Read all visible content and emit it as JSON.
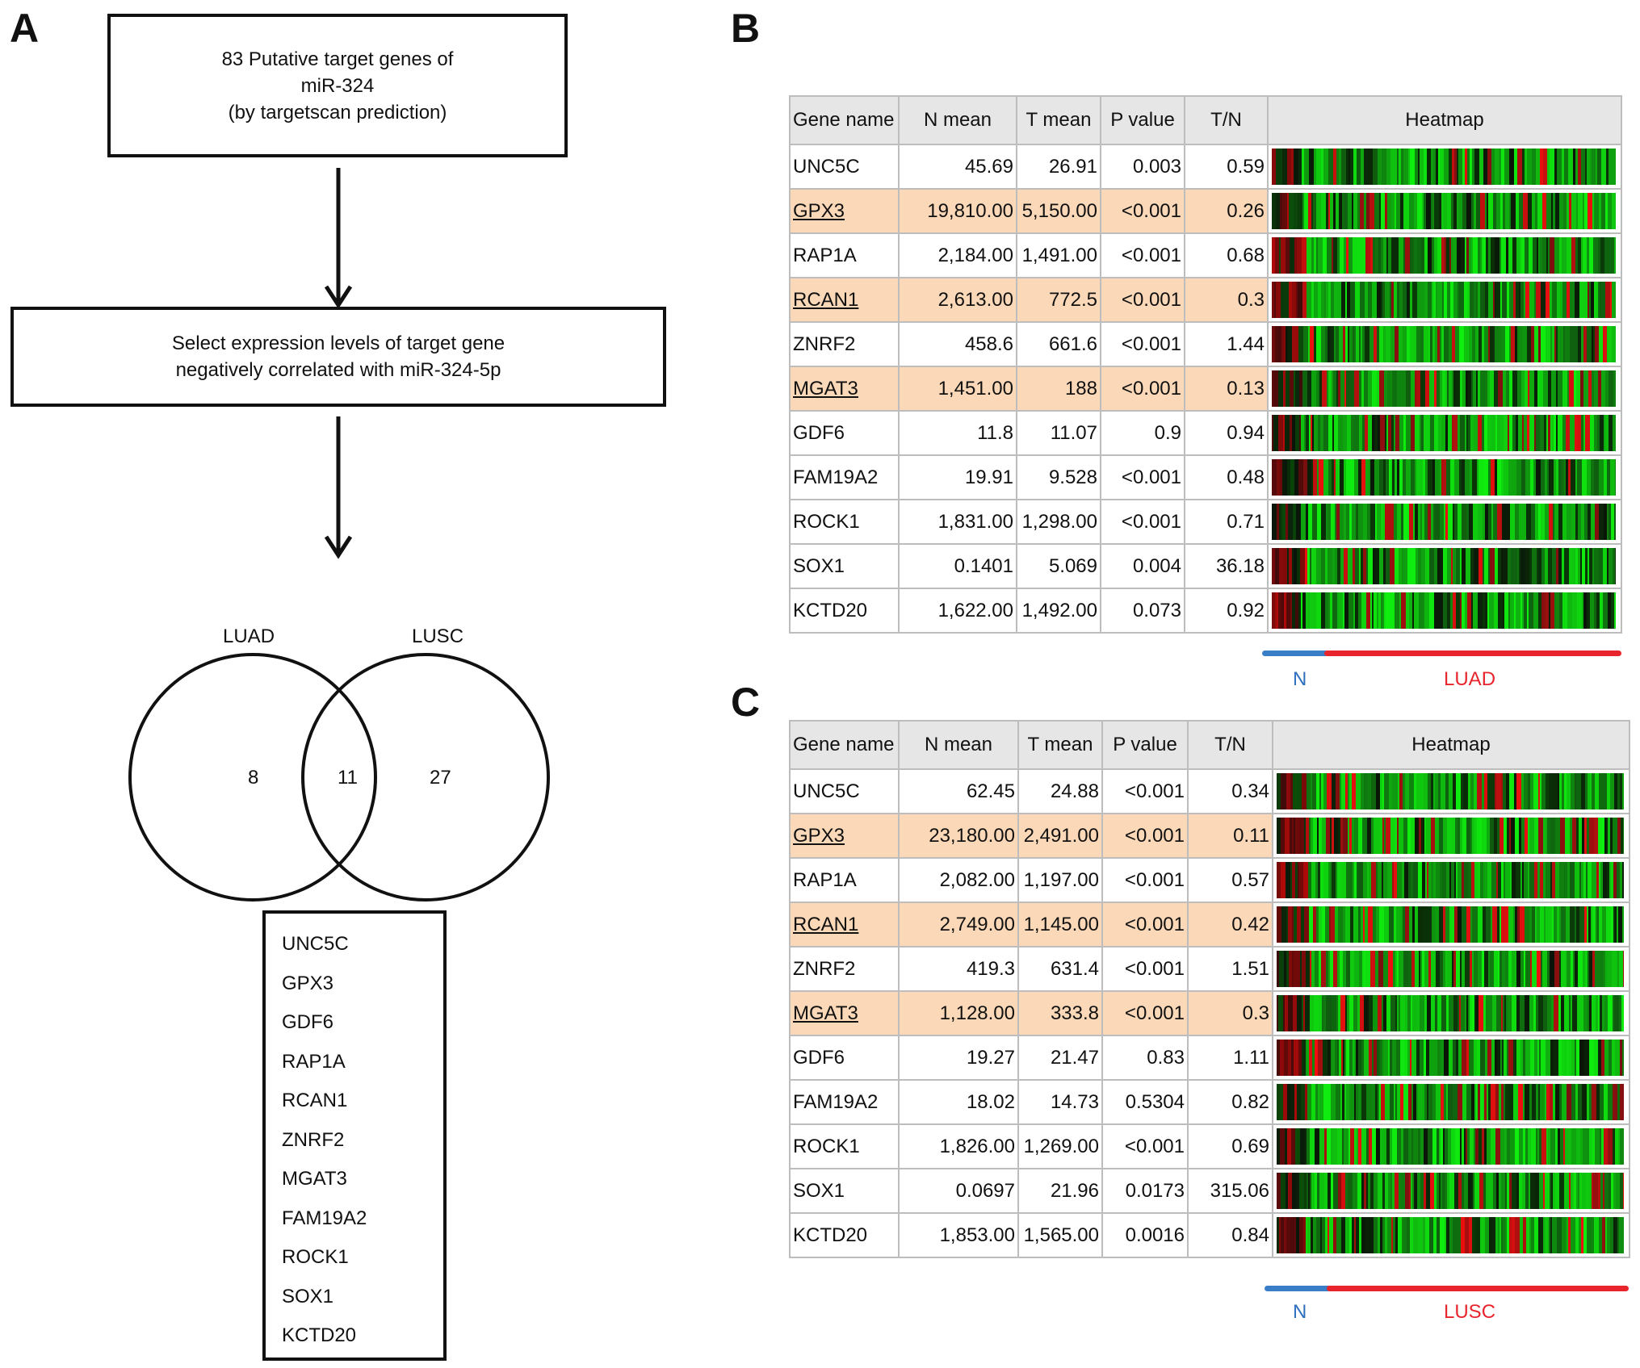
{
  "panels": {
    "a": "A",
    "b": "B",
    "c": "C"
  },
  "flow": {
    "box1": [
      "83 Putative target genes of",
      "miR-324",
      "(by targetscan prediction)"
    ],
    "box2": [
      "Select expression levels of target gene",
      "negatively correlated with miR-324-5p"
    ]
  },
  "venn": {
    "left_label": "LUAD",
    "right_label": "LUSC",
    "left_only": "8",
    "overlap": "11",
    "right_only": "27"
  },
  "gene_list": [
    "UNC5C",
    "GPX3",
    "GDF6",
    "RAP1A",
    "RCAN1",
    "ZNRF2",
    "MGAT3",
    "FAM19A2",
    "ROCK1",
    "SOX1",
    "KCTD20"
  ],
  "tables": {
    "headers": [
      "Gene name",
      "N mean",
      "T mean",
      "P value",
      "T/N",
      "Heatmap"
    ],
    "b": {
      "normal_label": "N",
      "tumor_label": "LUAD",
      "rows": [
        {
          "gene": "UNC5C",
          "n": "45.69",
          "t": "26.91",
          "p": "0.003",
          "tn": "0.59",
          "hl": false
        },
        {
          "gene": "GPX3",
          "n": "19,810.00",
          "t": "5,150.00",
          "p": "<0.001",
          "tn": "0.26",
          "hl": true
        },
        {
          "gene": "RAP1A",
          "n": "2,184.00",
          "t": "1,491.00",
          "p": "<0.001",
          "tn": "0.68",
          "hl": false
        },
        {
          "gene": "RCAN1",
          "n": "2,613.00",
          "t": "772.5",
          "p": "<0.001",
          "tn": "0.3",
          "hl": true
        },
        {
          "gene": "ZNRF2",
          "n": "458.6",
          "t": "661.6",
          "p": "<0.001",
          "tn": "1.44",
          "hl": false
        },
        {
          "gene": "MGAT3",
          "n": "1,451.00",
          "t": "188",
          "p": "<0.001",
          "tn": "0.13",
          "hl": true
        },
        {
          "gene": "GDF6",
          "n": "11.8",
          "t": "11.07",
          "p": "0.9",
          "tn": "0.94",
          "hl": false
        },
        {
          "gene": "FAM19A2",
          "n": "19.91",
          "t": "9.528",
          "p": "<0.001",
          "tn": "0.48",
          "hl": false
        },
        {
          "gene": "ROCK1",
          "n": "1,831.00",
          "t": "1,298.00",
          "p": "<0.001",
          "tn": "0.71",
          "hl": false
        },
        {
          "gene": "SOX1",
          "n": "0.1401",
          "t": "5.069",
          "p": "0.004",
          "tn": "36.18",
          "hl": false
        },
        {
          "gene": "KCTD20",
          "n": "1,622.00",
          "t": "1,492.00",
          "p": "0.073",
          "tn": "0.92",
          "hl": false
        }
      ]
    },
    "c": {
      "normal_label": "N",
      "tumor_label": "LUSC",
      "rows": [
        {
          "gene": "UNC5C",
          "n": "62.45",
          "t": "24.88",
          "p": "<0.001",
          "tn": "0.34",
          "hl": false
        },
        {
          "gene": "GPX3",
          "n": "23,180.00",
          "t": "2,491.00",
          "p": "<0.001",
          "tn": "0.11",
          "hl": true
        },
        {
          "gene": "RAP1A",
          "n": "2,082.00",
          "t": "1,197.00",
          "p": "<0.001",
          "tn": "0.57",
          "hl": false
        },
        {
          "gene": "RCAN1",
          "n": "2,749.00",
          "t": "1,145.00",
          "p": "<0.001",
          "tn": "0.42",
          "hl": true
        },
        {
          "gene": "ZNRF2",
          "n": "419.3",
          "t": "631.4",
          "p": "<0.001",
          "tn": "1.51",
          "hl": false
        },
        {
          "gene": "MGAT3",
          "n": "1,128.00",
          "t": "333.8",
          "p": "<0.001",
          "tn": "0.3",
          "hl": true
        },
        {
          "gene": "GDF6",
          "n": "19.27",
          "t": "21.47",
          "p": "0.83",
          "tn": "1.11",
          "hl": false
        },
        {
          "gene": "FAM19A2",
          "n": "18.02",
          "t": "14.73",
          "p": "0.5304",
          "tn": "0.82",
          "hl": false
        },
        {
          "gene": "ROCK1",
          "n": "1,826.00",
          "t": "1,269.00",
          "p": "<0.001",
          "tn": "0.69",
          "hl": false
        },
        {
          "gene": "SOX1",
          "n": "0.0697",
          "t": "21.96",
          "p": "0.0173",
          "tn": "315.06",
          "hl": false
        },
        {
          "gene": "KCTD20",
          "n": "1,853.00",
          "t": "1,565.00",
          "p": "0.0016",
          "tn": "0.84",
          "hl": false
        }
      ]
    }
  },
  "colors": {
    "highlight": "#fbd9b8",
    "normal_bar": "#3a7ec8",
    "tumor_bar": "#e8252c",
    "header_bg": "#e6e6e6"
  }
}
